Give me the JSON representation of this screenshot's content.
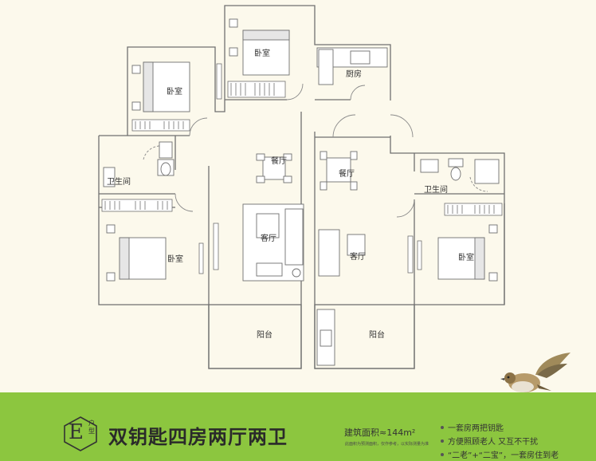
{
  "rooms": {
    "bedroom_top_left": "卧室",
    "bedroom_top_center": "卧室",
    "kitchen": "厨房",
    "bathroom_left": "卫生间",
    "dining_left": "餐厅",
    "dining_right": "餐厅",
    "bathroom_right": "卫生间",
    "living_left": "客厅",
    "living_right": "客厅",
    "bedroom_mid_left": "卧室",
    "bedroom_mid_right": "卧室",
    "balcony_left": "阳台",
    "balcony_right": "阳台"
  },
  "banner": {
    "badge_letter": "E",
    "badge_small": "户型",
    "title": "双钥匙四房两厅两卫",
    "area_label": "建筑面积≈144m²",
    "area_note": "此面积为预测面积，仅作参考，以实际测量为准",
    "features": [
      "一套房两把钥匙",
      "方便照顾老人 又互不干扰",
      "“二老”+“二宝”，一套房住到老"
    ],
    "color": "#8cc63f"
  },
  "colors": {
    "background": "#fcf9ec",
    "wall": "#6f6f6f",
    "banner_green": "#8cc63f"
  }
}
